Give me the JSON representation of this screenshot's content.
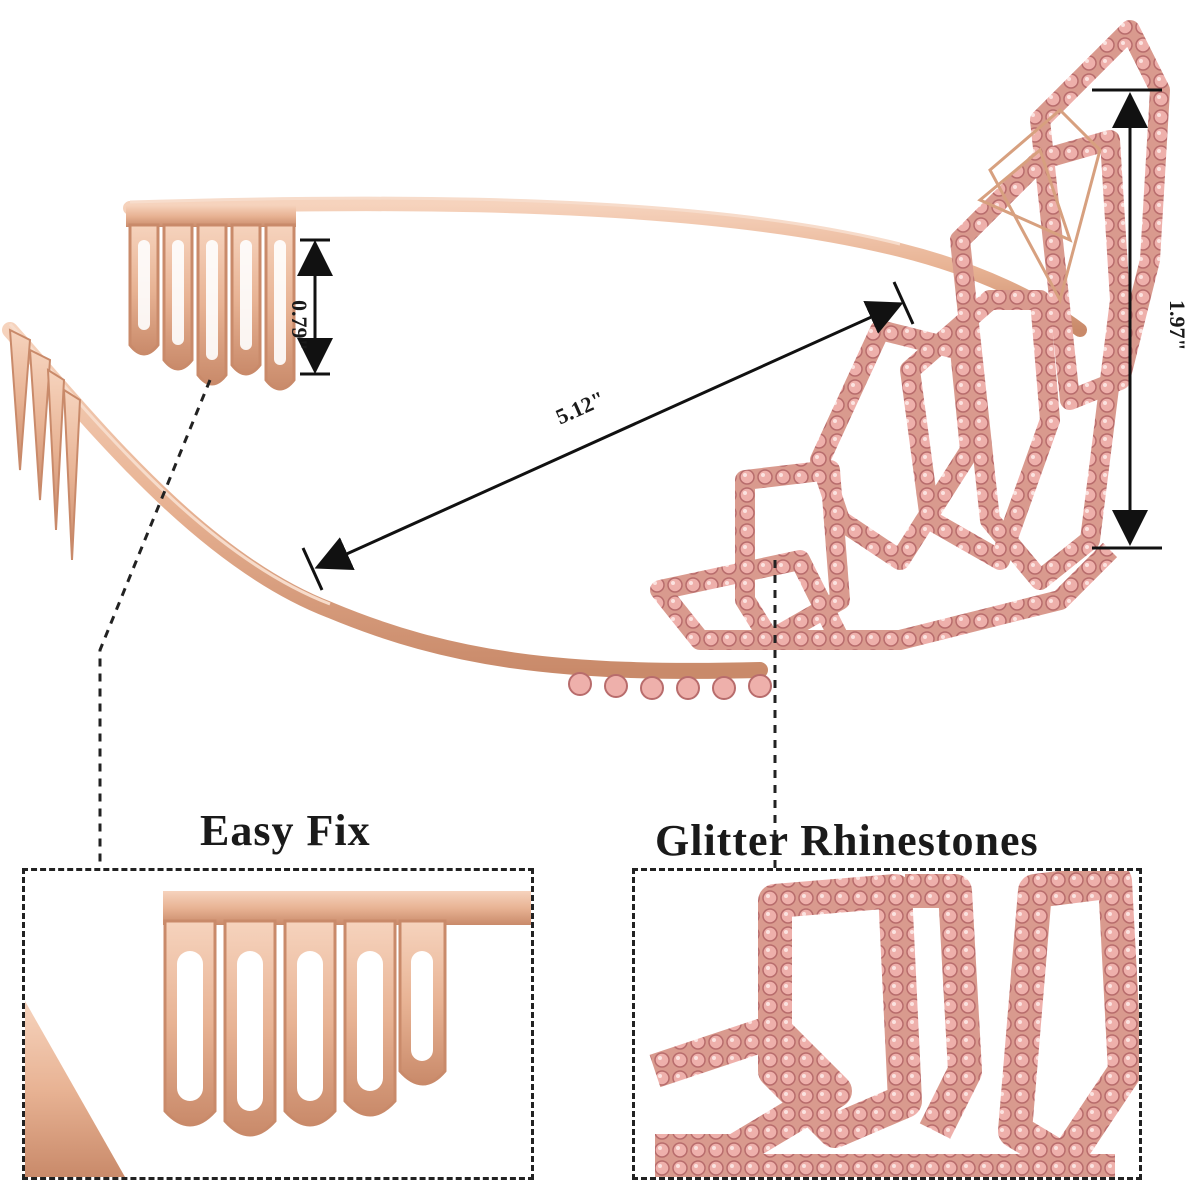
{
  "product": {
    "captions": {
      "left": "Easy Fix",
      "right": "Glitter Rhinestones"
    },
    "dimensions": {
      "comb_height": "0.79\"",
      "band_span": "5.12\"",
      "crown_height": "1.97\""
    },
    "colors": {
      "rose_gold": "#e8b394",
      "rose_gold_dark": "#c98a6a",
      "rhinestone": "#e9a3a0",
      "rhinestone_dark": "#c9757a",
      "outline": "#1a1a1a"
    }
  }
}
